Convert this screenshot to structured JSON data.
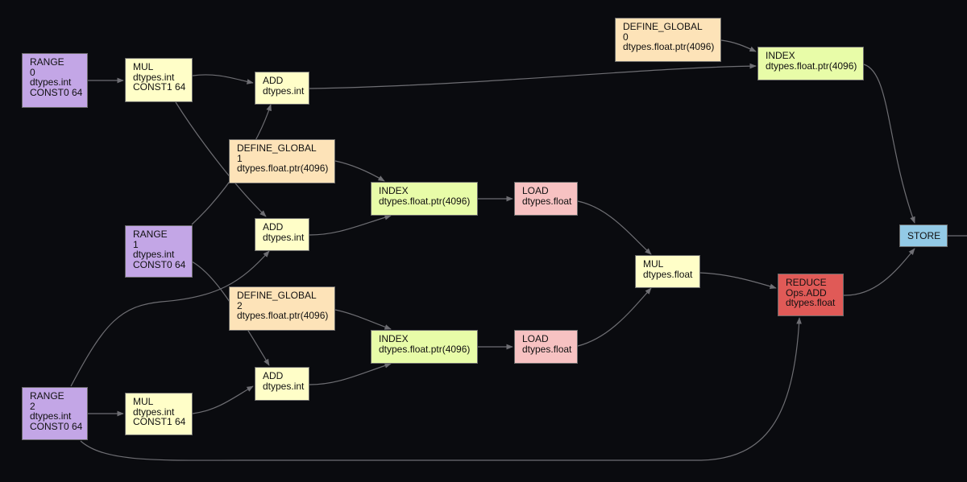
{
  "colors": {
    "background": "#0a0b0f",
    "edge": "#6e6e73",
    "range": "#c3a6e6",
    "mul_add": "#fffec8",
    "define_global": "#fde3b8",
    "index": "#e8fca8",
    "load": "#f7c2c2",
    "reduce": "#e05a57",
    "store": "#93cae6"
  },
  "nodes": [
    {
      "id": "range0",
      "kind": "range",
      "lines": [
        "RANGE",
        "0",
        "dtypes.int",
        "CONST0 64"
      ]
    },
    {
      "id": "mul0",
      "kind": "mul_add",
      "lines": [
        "MUL",
        "dtypes.int",
        "CONST1 64"
      ]
    },
    {
      "id": "add0",
      "kind": "mul_add",
      "lines": [
        "ADD",
        "dtypes.int"
      ]
    },
    {
      "id": "defglobal0",
      "kind": "define_global",
      "lines": [
        "DEFINE_GLOBAL",
        "0",
        "dtypes.float.ptr(4096)"
      ]
    },
    {
      "id": "index0",
      "kind": "index",
      "lines": [
        "INDEX",
        "dtypes.float.ptr(4096)"
      ]
    },
    {
      "id": "defglobal1",
      "kind": "define_global",
      "lines": [
        "DEFINE_GLOBAL",
        "1",
        "dtypes.float.ptr(4096)"
      ]
    },
    {
      "id": "index1",
      "kind": "index",
      "lines": [
        "INDEX",
        "dtypes.float.ptr(4096)"
      ]
    },
    {
      "id": "load1",
      "kind": "load",
      "lines": [
        "LOAD",
        "dtypes.float"
      ]
    },
    {
      "id": "range1",
      "kind": "range",
      "lines": [
        "RANGE",
        "1",
        "dtypes.int",
        "CONST0 64"
      ]
    },
    {
      "id": "add1",
      "kind": "mul_add",
      "lines": [
        "ADD",
        "dtypes.int"
      ]
    },
    {
      "id": "mulf",
      "kind": "mul_add",
      "lines": [
        "MUL",
        "dtypes.float"
      ]
    },
    {
      "id": "store",
      "kind": "store",
      "lines": [
        "STORE"
      ]
    },
    {
      "id": "defglobal2",
      "kind": "define_global",
      "lines": [
        "DEFINE_GLOBAL",
        "2",
        "dtypes.float.ptr(4096)"
      ]
    },
    {
      "id": "reduce",
      "kind": "reduce",
      "lines": [
        "REDUCE",
        "Ops.ADD",
        "dtypes.float"
      ]
    },
    {
      "id": "index2",
      "kind": "index",
      "lines": [
        "INDEX",
        "dtypes.float.ptr(4096)"
      ]
    },
    {
      "id": "load2",
      "kind": "load",
      "lines": [
        "LOAD",
        "dtypes.float"
      ]
    },
    {
      "id": "add2",
      "kind": "mul_add",
      "lines": [
        "ADD",
        "dtypes.int"
      ]
    },
    {
      "id": "range2",
      "kind": "range",
      "lines": [
        "RANGE",
        "2",
        "dtypes.int",
        "CONST0 64"
      ]
    },
    {
      "id": "mul2",
      "kind": "mul_add",
      "lines": [
        "MUL",
        "dtypes.int",
        "CONST1 64"
      ]
    }
  ],
  "edges": [
    {
      "from": "range0",
      "to": "mul0"
    },
    {
      "from": "mul0",
      "to": "add0"
    },
    {
      "from": "mul0",
      "to": "add1"
    },
    {
      "from": "range1",
      "to": "add0"
    },
    {
      "from": "add0",
      "to": "index0"
    },
    {
      "from": "defglobal0",
      "to": "index0"
    },
    {
      "from": "index0",
      "to": "store"
    },
    {
      "from": "defglobal1",
      "to": "index1"
    },
    {
      "from": "add1",
      "to": "index1"
    },
    {
      "from": "index1",
      "to": "load1"
    },
    {
      "from": "load1",
      "to": "mulf"
    },
    {
      "from": "range1",
      "to": "add2"
    },
    {
      "from": "range2",
      "to": "add1"
    },
    {
      "from": "defglobal2",
      "to": "index2"
    },
    {
      "from": "range2",
      "to": "mul2"
    },
    {
      "from": "mul2",
      "to": "add2"
    },
    {
      "from": "add2",
      "to": "index2"
    },
    {
      "from": "index2",
      "to": "load2"
    },
    {
      "from": "load2",
      "to": "mulf"
    },
    {
      "from": "mulf",
      "to": "reduce"
    },
    {
      "from": "range2",
      "to": "reduce"
    },
    {
      "from": "reduce",
      "to": "store"
    }
  ]
}
